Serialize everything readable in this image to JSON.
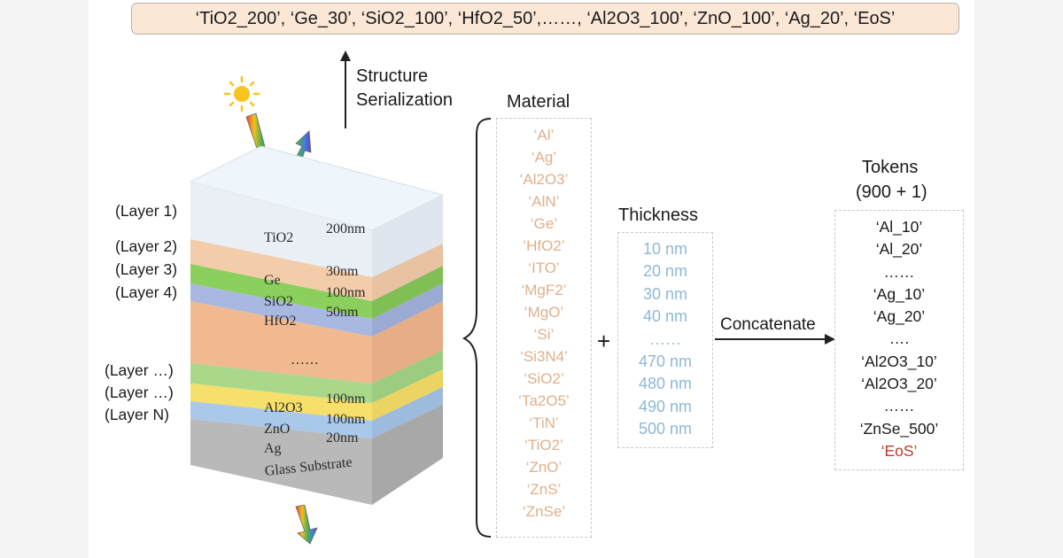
{
  "sequence": "‘TiO2_200’, ‘Ge_30’, ‘SiO2_100’, ‘HfO2_50’,……, ‘Al2O3_100’, ‘ZnO_100’, ‘Ag_20’, ‘EoS’",
  "serialization": {
    "line1": "Structure",
    "line2": "Serialization"
  },
  "layer_labels": [
    "(Layer 1)",
    "(Layer 2)",
    "(Layer 3)",
    "(Layer 4)",
    "(Layer …)",
    "(Layer …)",
    "(Layer N)"
  ],
  "stack": [
    {
      "material": "TiO2",
      "thickness": "200nm"
    },
    {
      "material": "Ge",
      "thickness": "30nm"
    },
    {
      "material": "SiO2",
      "thickness": "100nm"
    },
    {
      "material": "HfO2",
      "thickness": "50nm"
    },
    {
      "material": "Al2O3",
      "thickness": "100nm"
    },
    {
      "material": "ZnO",
      "thickness": "100nm"
    },
    {
      "material": "Ag",
      "thickness": "20nm"
    }
  ],
  "stack_dots": "……",
  "substrate": "Glass Substrate",
  "material": {
    "title": "Material",
    "items": [
      "‘Al’",
      "‘Ag’",
      "‘Al2O3’",
      "‘AlN’",
      "‘Ge’",
      "‘HfO2’",
      "‘ITO’",
      "‘MgF2’",
      "‘MgO’",
      "‘Si’",
      "‘Si3N4’",
      "‘SiO2’",
      "‘Ta2O5’",
      "‘TiN’",
      "‘TiO2’",
      "‘ZnO’",
      "‘ZnS’",
      "‘ZnSe’"
    ]
  },
  "plus": "+",
  "thickness": {
    "title": "Thickness",
    "items": [
      "10 nm",
      "20 nm",
      "30 nm",
      "40 nm",
      "……",
      "470 nm",
      "480 nm",
      "490 nm",
      "500 nm"
    ]
  },
  "concatenate": "Concatenate",
  "tokens": {
    "title1": "Tokens",
    "title2": "(900 + 1)",
    "items": [
      "‘Al_10’",
      "‘Al_20’",
      "……",
      "‘Ag_10’",
      "‘Ag_20’",
      "….",
      "‘Al2O3_10’",
      "‘Al2O3_20’",
      "……",
      "‘ZnSe_500’"
    ],
    "eos": "‘EoS’",
    "eos_color": "#c0392b"
  },
  "colors": {
    "sequence_box": "#fbe7d6",
    "material_text": "#e0b08a",
    "thickness_text": "#8fb8d8"
  }
}
